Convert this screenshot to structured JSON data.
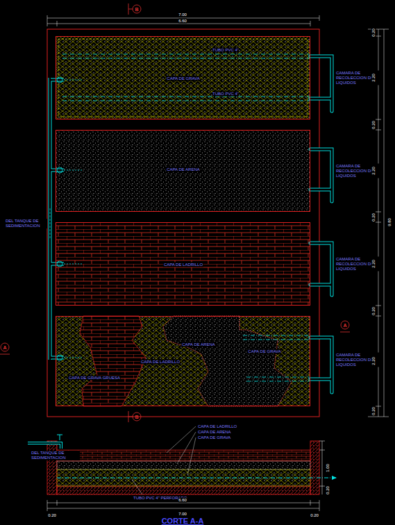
{
  "diagram": {
    "caption": "CORTE A-A",
    "nodes": [
      {
        "text": [
          "CAPA DE GRAVA"
        ]
      },
      {
        "text": [
          "CAPA DE ARENA"
        ]
      },
      {
        "text": [
          "CAPA DE LADRILLO"
        ]
      },
      {
        "text": [
          "CAPA DE GRAVA GRUESA",
          "CAPA DE LADRILLO",
          "CAPA DE ARENA",
          "CAPA DE GRAVA"
        ]
      }
    ],
    "labels": [
      "B",
      "7.00",
      "6.60",
      "TUBO PVC 4\"",
      "TUBO PVC 4\"",
      "CAMARA DE RECOLECCION DE LIQUIDOS",
      "CAMARA DE RECOLECCION DE LIQUIDOS",
      "CAMARA DE RECOLECCION DE LIQUIDOS",
      "CAMARA DE RECOLECCION DE LIQUIDOS",
      "DEL TANQUE DE SEDIMENTACION",
      "A",
      "A",
      "B",
      "0.20",
      "2.20",
      "0.20",
      "2.20",
      "0.20",
      "2.20",
      "0.20",
      "2.20",
      "0.20",
      "9.80",
      "DEL TANQUE DE SEDIMENTACION",
      "CAPA DE LADRILLO",
      "CAPA DE ARENA",
      "CAPA DE GRAVA",
      "TUBO PVC 4\" PERFORADO",
      "1.00",
      "0.20",
      "0.20",
      "6.60",
      "0.20",
      "7.00"
    ]
  }
}
